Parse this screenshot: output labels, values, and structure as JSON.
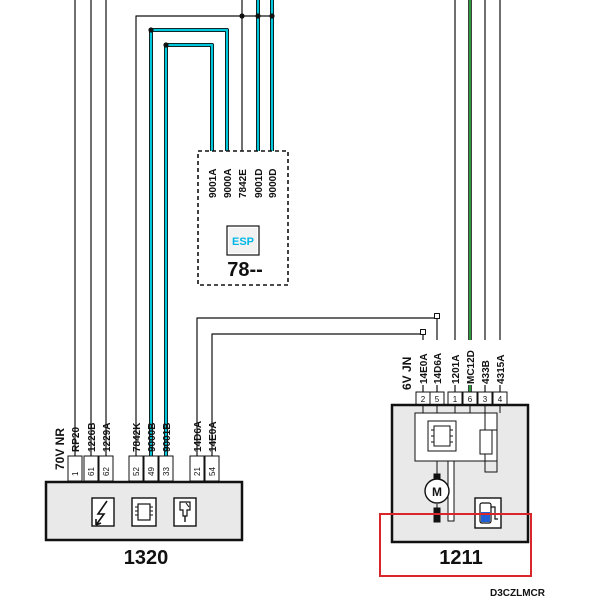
{
  "colors": {
    "wire_black": "#111111",
    "wire_cyan": "#00c8dc",
    "wire_green": "#2e9a3e",
    "box_fill": "#e9e9e9",
    "highlight": "#d9262a"
  },
  "ecu_1320": {
    "id": "1320",
    "connector_title": "70V NR",
    "wires": [
      {
        "label": "RP20",
        "pin": "1"
      },
      {
        "label": "1226B",
        "pin": "61"
      },
      {
        "label": "1229A",
        "pin": "62"
      },
      {
        "label": "7842K",
        "pin": "52"
      },
      {
        "label": "9000B",
        "pin": "49"
      },
      {
        "label": "9001B",
        "pin": "33"
      },
      {
        "label": "14D6A",
        "pin": "21"
      },
      {
        "label": "14E0A",
        "pin": "54"
      }
    ],
    "icons": [
      "lightning-icon",
      "chip-icon",
      "injector-icon"
    ]
  },
  "esp_78": {
    "id": "78--",
    "badge": "ESP",
    "wires": [
      {
        "label": "9001A"
      },
      {
        "label": "9000A"
      },
      {
        "label": "7842E"
      },
      {
        "label": "9001D"
      },
      {
        "label": "9000D"
      }
    ]
  },
  "pump_1211": {
    "id": "1211",
    "connector_title": "6V JN",
    "wires": [
      {
        "label": "14E0A",
        "pin": "2"
      },
      {
        "label": "14D6A",
        "pin": "5"
      },
      {
        "label": "1201A",
        "pin": "1"
      },
      {
        "label": "MC12D",
        "pin": "6"
      },
      {
        "label": "433B",
        "pin": "3"
      },
      {
        "label": "4315A",
        "pin": "4"
      }
    ],
    "motor_symbol": "M"
  },
  "reference_code": "D3CZLMCR"
}
